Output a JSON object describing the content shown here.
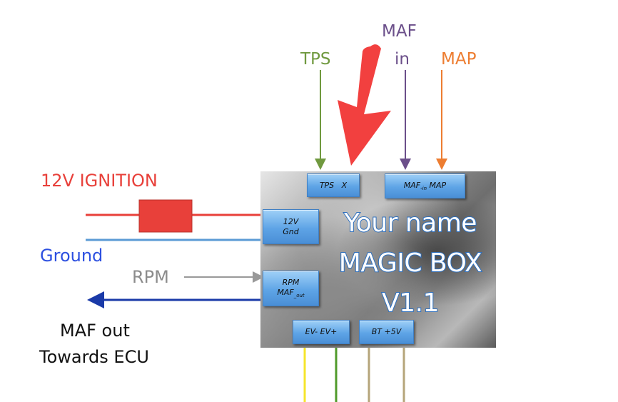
{
  "diagram": {
    "top_inputs": [
      {
        "id": "tps",
        "label": "TPS",
        "color": "#70993f"
      },
      {
        "id": "maf_in",
        "label_line1": "MAF",
        "label_line2": "in",
        "color": "#6b4f8a"
      },
      {
        "id": "map",
        "label": "MAP",
        "color": "#ed7d31"
      }
    ],
    "left_labels": {
      "ignition": {
        "label": "12V IGNITION",
        "color": "#e8403a"
      },
      "ground": {
        "label": "Ground",
        "color": "#2c4fe0"
      },
      "rpm": {
        "label": "RPM",
        "color": "#8c8c8c"
      },
      "maf_out_line1": "MAF out",
      "maf_out_line2": "Towards ECU"
    },
    "box": {
      "title_line1": "Your  name",
      "title_line2": "MAGIC BOX",
      "title_line3": "V1.1",
      "connectors": {
        "tps_x": "TPS   X",
        "maf_in_map_main": "MAF",
        "maf_in_map_sub": "-in",
        "maf_in_map_tail": " MAP",
        "power_line1": "12V",
        "power_line2": "Gnd",
        "rpm_line1": "RPM",
        "rpm_line2_main": "MAF",
        "rpm_line2_sub": "_out",
        "ev": "EV- EV+",
        "bt": "BT +5V"
      }
    },
    "bottom_wires": [
      {
        "name": "EV-",
        "color": "#f5e52b"
      },
      {
        "name": "EV+",
        "color": "#4f9a2a"
      },
      {
        "name": "BT",
        "color": "#b5a57a"
      },
      {
        "name": "+5V",
        "color": "#b5a57a"
      }
    ],
    "annotation_arrow": {
      "color": "#f2403f"
    }
  }
}
